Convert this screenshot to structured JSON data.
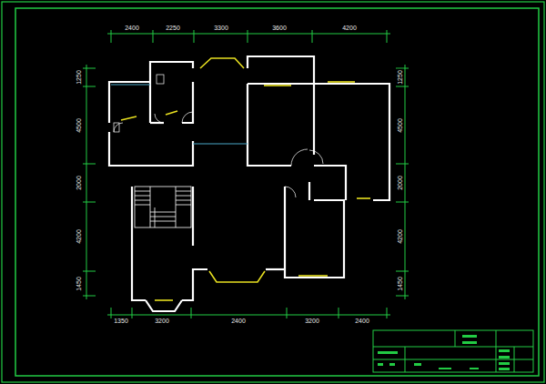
{
  "diagram": {
    "labels": [
      "2400",
      "2250",
      "3300",
      "3600",
      "4200",
      "1350",
      "3200",
      "2400",
      "3200",
      "2400",
      "1250",
      "4500",
      "2000",
      "4200",
      "1450",
      "1250",
      "4500",
      "2000",
      "4200",
      "1450"
    ]
  }
}
